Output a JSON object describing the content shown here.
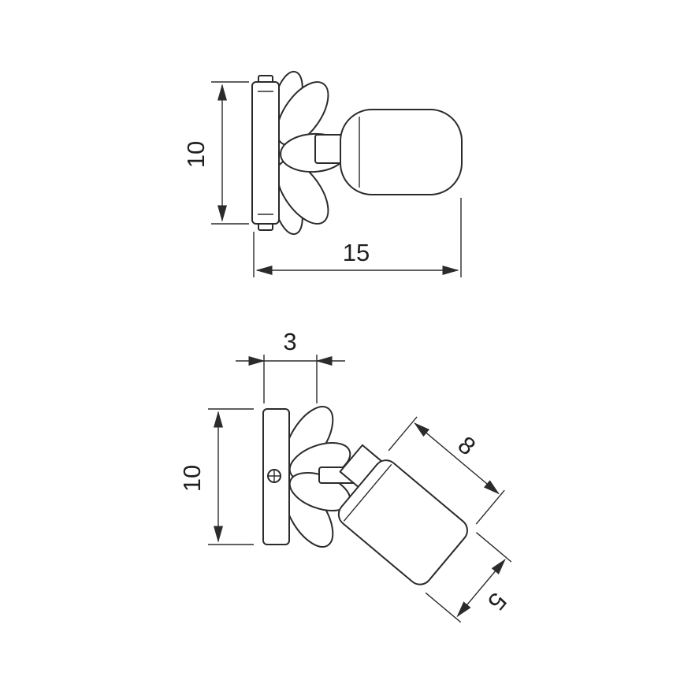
{
  "drawing_type": "wall-spotlight-dimension-drawing",
  "colors": {
    "line": "#2b2b2b",
    "background": "#ffffff"
  },
  "dimensions": {
    "front_view": {
      "height": "10",
      "width": "15"
    },
    "side_view": {
      "depth": "3",
      "height": "10",
      "head_length": "8",
      "head_diameter": "5"
    }
  }
}
